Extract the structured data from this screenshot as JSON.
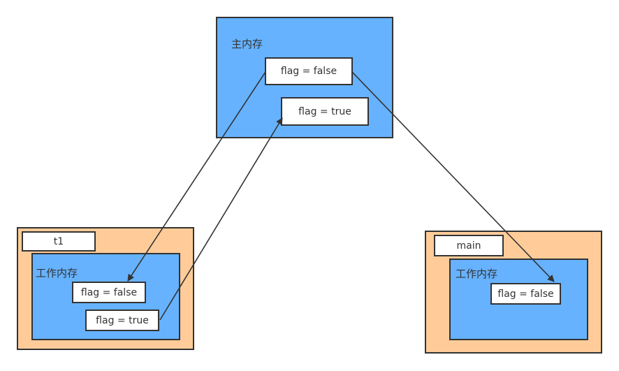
{
  "main_memory": {
    "title": "主内存",
    "flag_false": "flag = false",
    "flag_true": "flag = true"
  },
  "thread_t1": {
    "name": "t1",
    "working_memory_title": "工作内存",
    "flag_false": "flag = false",
    "flag_true": "flag = true"
  },
  "thread_main": {
    "name": "main",
    "working_memory_title": "工作内存",
    "flag_false": "flag = false"
  },
  "colors": {
    "memory_fill": "#66b2ff",
    "thread_fill": "#ffcc99",
    "box_fill": "#ffffff",
    "stroke": "#333333"
  }
}
